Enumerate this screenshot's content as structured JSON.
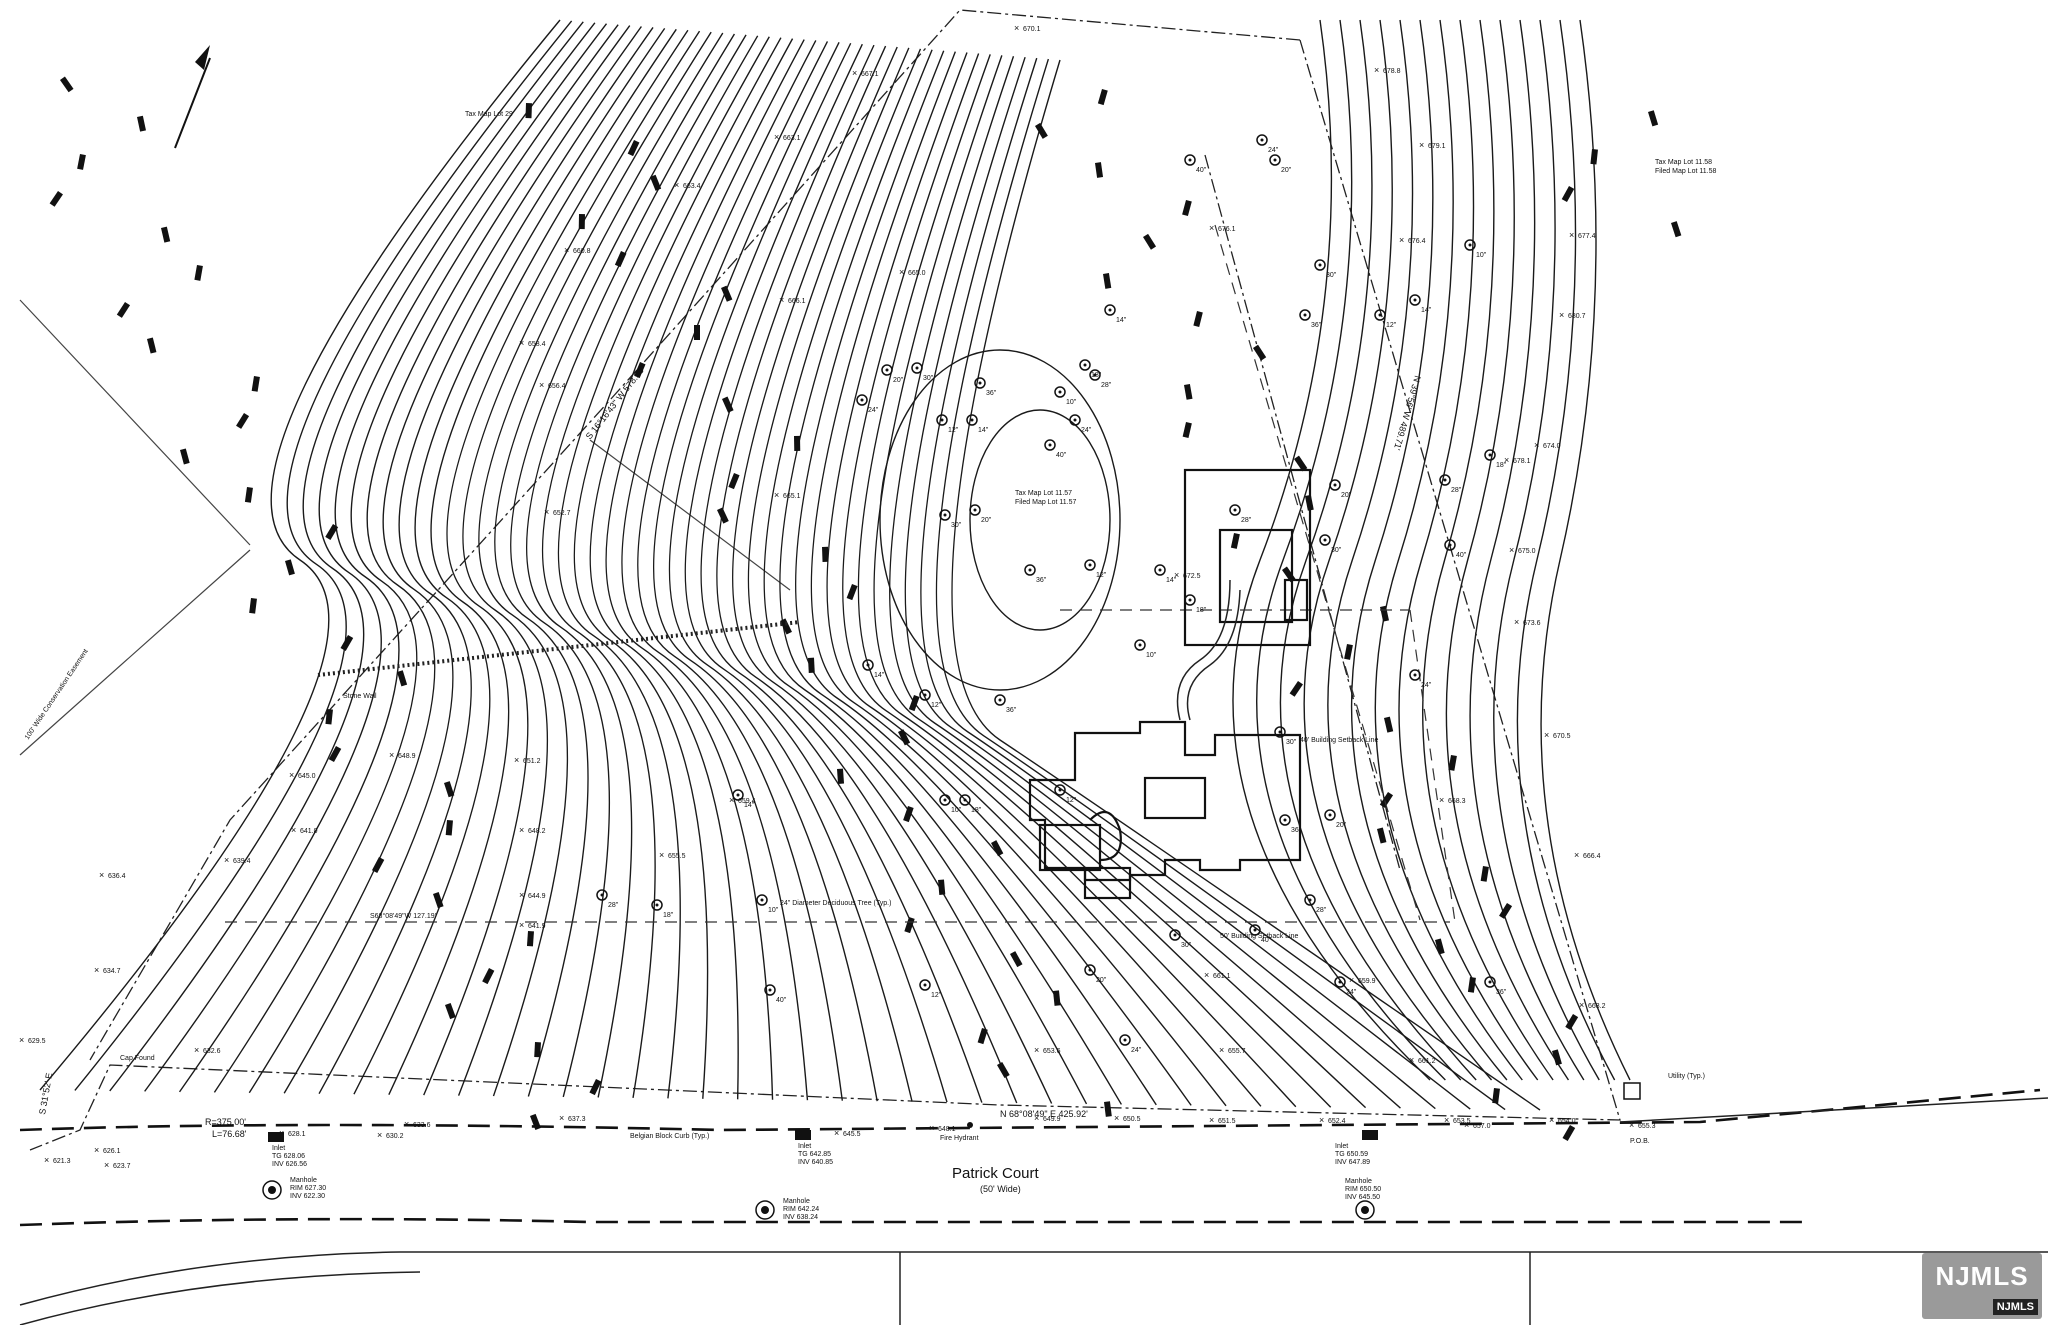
{
  "lots": {
    "north": "Tax Map Lot 29",
    "east": [
      "Tax Map Lot 11.58",
      "Filed Map Lot 11.58"
    ],
    "subject": [
      "Tax Map Lot 11.57",
      "Filed Map Lot 11.57"
    ]
  },
  "bearings": {
    "northwest": "S 16°16'43\" W 578.35'",
    "east": "N 39°56' W 489.71'",
    "south": "N 68°08'49\" E 425.92'",
    "inner": "S68°08'49\"W 127.19'",
    "curve": [
      "R=375.00'",
      "L=76.68'"
    ],
    "west": "S 31°52' E"
  },
  "street": {
    "name": "Patrick Court",
    "width": "(50' Wide)"
  },
  "annotations": {
    "wall": "Stone Wall",
    "front_setback": "50' Building Setback Line",
    "side_setback": "40' Building Setback Line",
    "tree_note": "24\" Diameter Deciduous Tree (Typ.)",
    "utility": "Utility (Typ.)",
    "belgian_curb": "Belgian Block Curb (Typ.)",
    "hydrant": "Fire Hydrant",
    "pob": "P.O.B.",
    "iron": "Cap Found",
    "easement": "100' Wide Conservation Easement"
  },
  "structures": [
    {
      "title": "Manhole",
      "lines": [
        "RIM 627.30",
        "INV 622.30"
      ]
    },
    {
      "title": "Manhole",
      "lines": [
        "RIM 642.24",
        "INV 638.24"
      ]
    },
    {
      "title": "Manhole",
      "lines": [
        "RIM 650.50",
        "INV 645.50"
      ]
    },
    {
      "title": "Inlet",
      "lines": [
        "TG 628.06",
        "INV 626.56"
      ]
    },
    {
      "title": "Inlet",
      "lines": [
        "TG 642.85",
        "INV 640.85"
      ]
    },
    {
      "title": "Inlet",
      "lines": [
        "TG 650.59",
        "INV 647.89"
      ]
    }
  ],
  "spot_elevations": [
    "670.1",
    "667.1",
    "663.1",
    "663.4",
    "660.8",
    "658.4",
    "656.4",
    "652.7",
    "648.9",
    "645.0",
    "641.0",
    "639.4",
    "636.4",
    "634.7",
    "632.6",
    "629.5",
    "626.1",
    "623.7",
    "621.3",
    "665.0",
    "666.1",
    "665.1",
    "659.4",
    "655.5",
    "651.2",
    "648.2",
    "644.9",
    "641.9",
    "678.8",
    "679.1",
    "676.4",
    "677.4",
    "680.7",
    "676.1",
    "674.0",
    "678.1",
    "675.0",
    "673.6",
    "672.5",
    "670.5",
    "668.3",
    "666.4",
    "663.2",
    "659.9",
    "661.1",
    "661.2",
    "657.0",
    "655.3",
    "654.0",
    "653.5",
    "652.4",
    "651.5",
    "650.5",
    "649.9",
    "648.1",
    "645.5",
    "637.3",
    "633.6",
    "630.2",
    "628.1",
    "655.7",
    "653.6"
  ],
  "tree_sizes": [
    "24\"",
    "20\"",
    "30\"",
    "36\"",
    "12\"",
    "14\"",
    "10\"",
    "18\"",
    "28\"",
    "40\""
  ],
  "watermark": {
    "logo": "NJMLS",
    "tag": "NJMLS"
  }
}
